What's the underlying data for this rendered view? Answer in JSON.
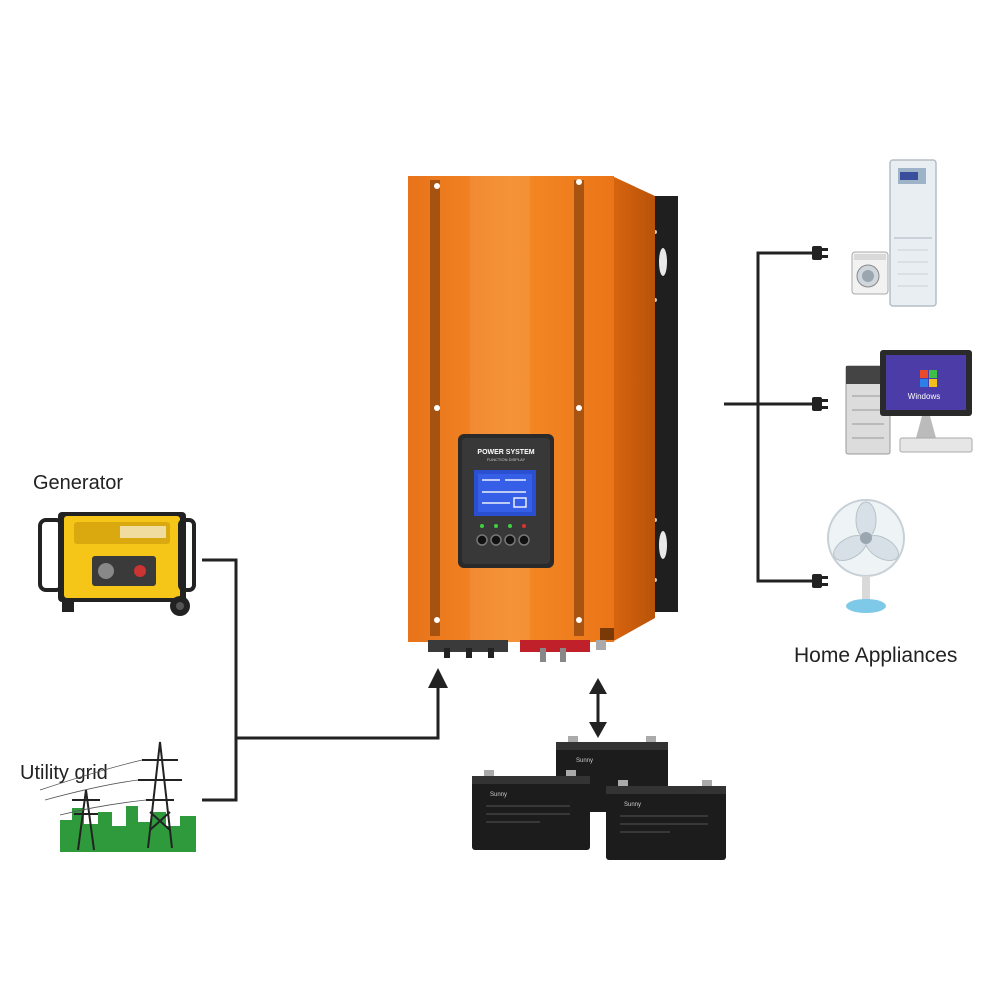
{
  "labels": {
    "generator": "Generator",
    "utility_grid": "Utility grid",
    "home_appliances": "Home Appliances"
  },
  "inverter": {
    "brand": "POWER SYSTEM",
    "sub": "FUNCTION DISPLAY"
  },
  "battery": {
    "brand": "Sunny"
  },
  "pc_screen_text": "Windows",
  "colors": {
    "inverter_orange": "#f07c1e",
    "inverter_dark_stripe": "#8a4a12",
    "line": "#222222",
    "generator_yellow": "#f5c518",
    "grid_green": "#2e9a3c",
    "battery_black": "#1c1c1c",
    "lcd_blue": "#2a4fd0"
  },
  "icons": {
    "generator": "generator-icon",
    "utility_grid": "power-tower-icon",
    "air_conditioner": "air-conditioner-icon",
    "washing_machine": "washing-machine-icon",
    "computer": "computer-icon",
    "fan": "fan-icon",
    "battery": "battery-icon",
    "plug": "plug-icon"
  }
}
